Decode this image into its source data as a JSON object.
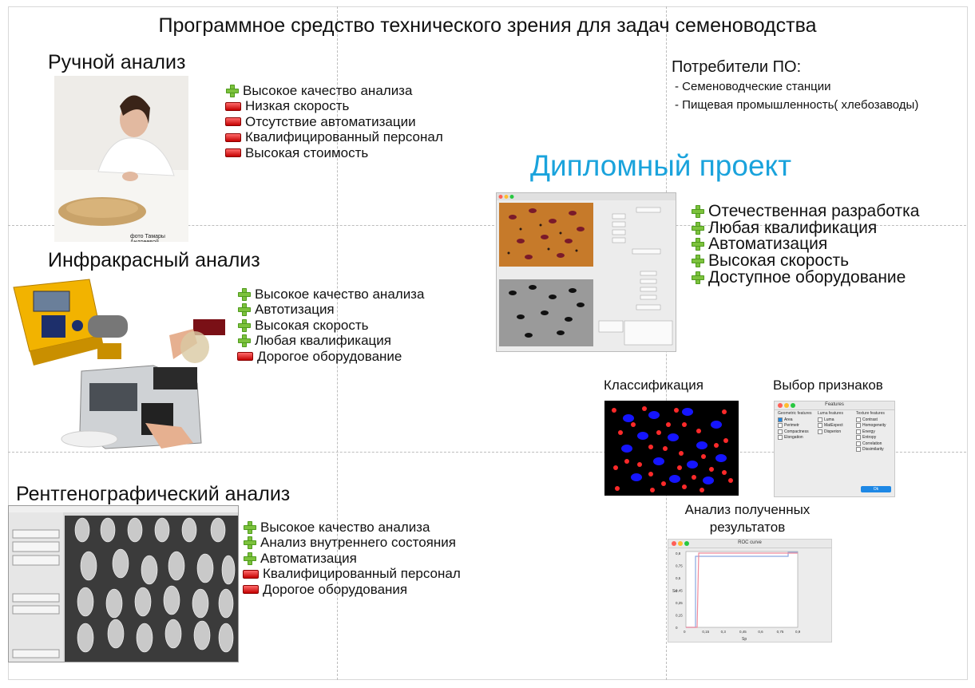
{
  "title": "Программное средство технического зрения для задач семеноводства",
  "manual": {
    "heading": "Ручной анализ",
    "photo_caption": "фото Тамары Андреевой",
    "items": [
      {
        "sign": "plus",
        "text": "Высокое качество анализа"
      },
      {
        "sign": "minus",
        "text": "Низкая скорость"
      },
      {
        "sign": "minus",
        "text": "Отсутствие автоматизации"
      },
      {
        "sign": "minus",
        "text": "Квалифицированный персонал"
      },
      {
        "sign": "minus",
        "text": "Высокая стоимость"
      }
    ]
  },
  "infrared": {
    "heading": "Инфракрасный анализ",
    "items": [
      {
        "sign": "plus",
        "text": "Высокое качество анализа"
      },
      {
        "sign": "plus",
        "text": "Автотизация"
      },
      {
        "sign": "plus",
        "text": "Высокая скорость"
      },
      {
        "sign": "plus",
        "text": "Любая квалификация"
      },
      {
        "sign": "minus",
        "text": "Дорогое оборудование"
      }
    ]
  },
  "xray": {
    "heading": "Рентгенографический анализ",
    "items": [
      {
        "sign": "plus",
        "text": "Высокое качество анализа"
      },
      {
        "sign": "plus",
        "text": "Анализ внутреннего состояния"
      },
      {
        "sign": "plus",
        "text": "Автоматизация"
      },
      {
        "sign": "minus",
        "text": "Квалифицированный персонал"
      },
      {
        "sign": "minus",
        "text": "Дорогое оборудования"
      }
    ]
  },
  "consumers": {
    "heading": "Потребители ПО:",
    "items": [
      "- Семеноводческие станции",
      "- Пищевая промышленность( хлебозаводы)"
    ]
  },
  "diploma": {
    "heading": "Дипломный проект",
    "items": [
      {
        "sign": "plus",
        "text": "Отечественная разработка"
      },
      {
        "sign": "plus",
        "text": "Любая квалификация"
      },
      {
        "sign": "plus",
        "text": "Автоматизация"
      },
      {
        "sign": "plus",
        "text": "Высокая скорость"
      },
      {
        "sign": "plus",
        "text": "Доступное оборудование"
      }
    ]
  },
  "classification": {
    "label": "Классификация"
  },
  "features": {
    "label": "Выбор признаков",
    "window_title": "Features",
    "geometric_header": "Geometric features",
    "geometric": [
      "Area",
      "Perimetr",
      "Compactness",
      "Elongation"
    ],
    "luma_header": "Luma features",
    "luma": [
      "Luma",
      "MatExpect",
      "Disperion"
    ],
    "texture_header": "Texture features",
    "texture": [
      "Contrast",
      "Homogeneity",
      "Energy",
      "Entropy",
      "Correlation",
      "Dissimilarity"
    ],
    "ok": "Ok"
  },
  "results": {
    "label": "Анализ полученных результатов",
    "window_title": "ROC curve",
    "y_ticks": [
      "0",
      "0,15",
      "0,25",
      "0,45",
      "0,5",
      "0,75",
      "0,8"
    ],
    "x_ticks": [
      "0",
      "0,15",
      "0,3",
      "0,45",
      "0,6",
      "0,75",
      "0,9"
    ],
    "x_label": "Sp",
    "y_label": "Se"
  },
  "colors": {
    "accent_blue": "#1aa3dc",
    "plus_green": "#7cc23c",
    "minus_red": "#d40000"
  }
}
